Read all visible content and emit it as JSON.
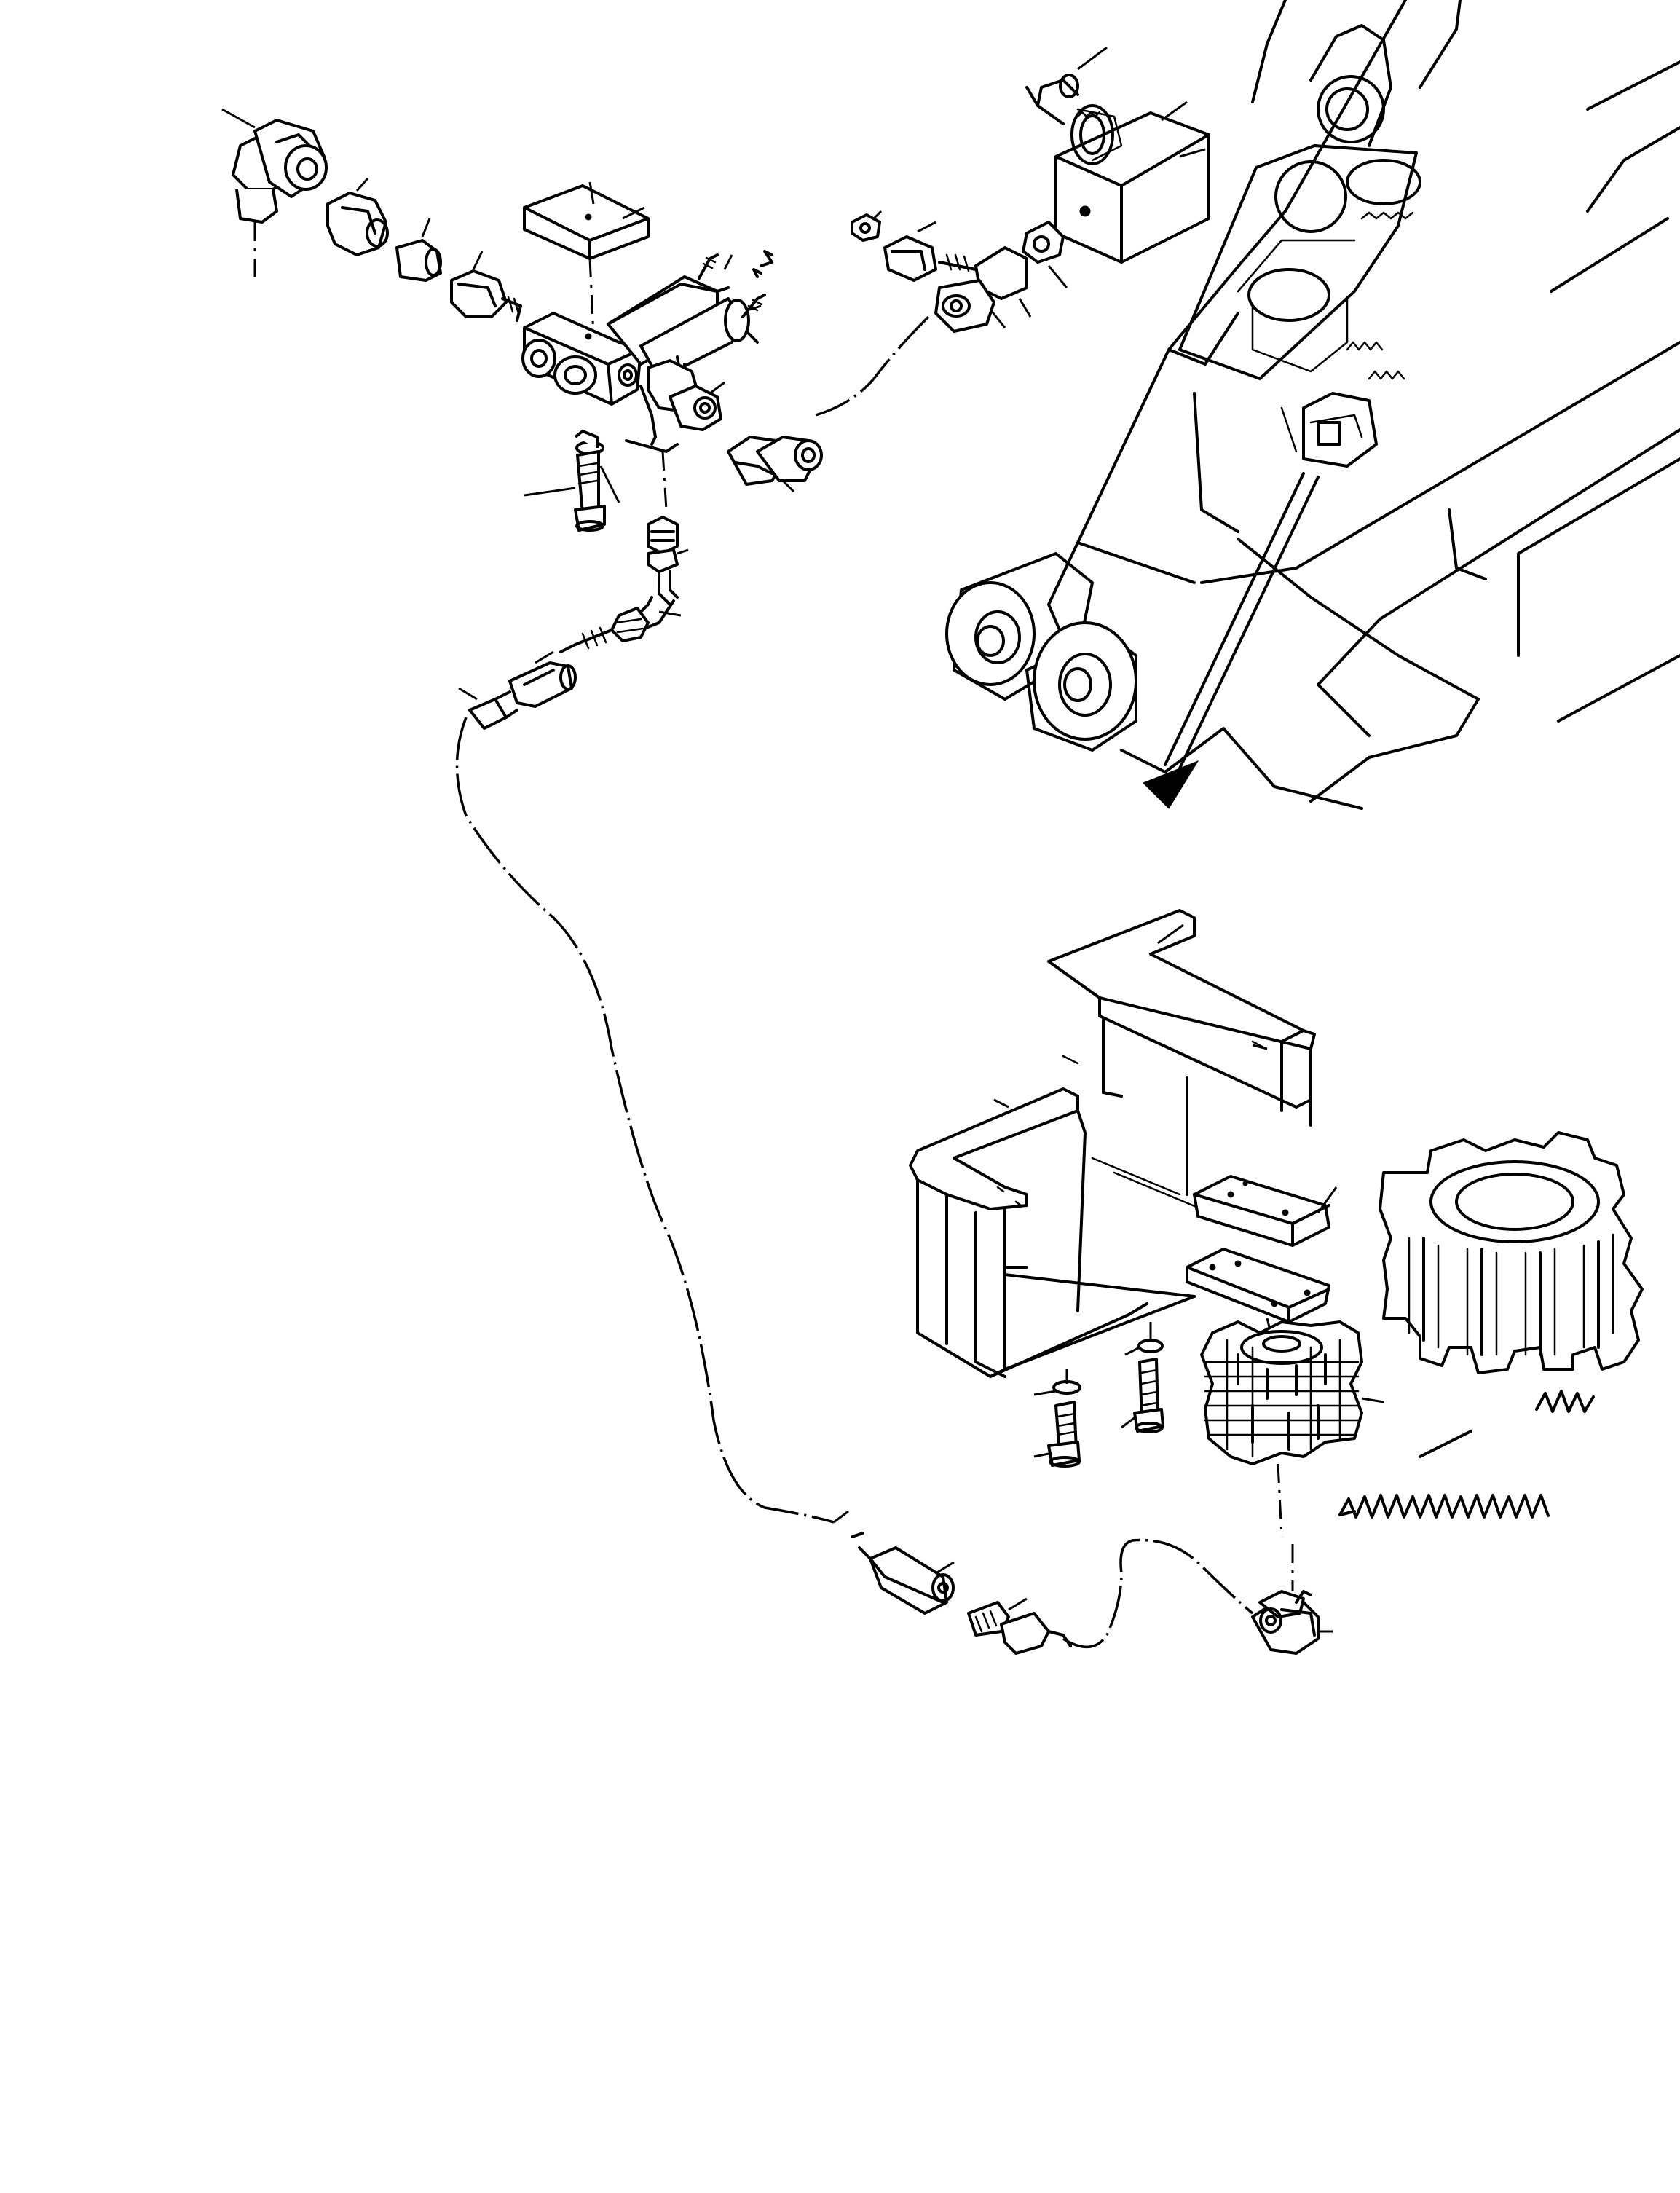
{
  "figure": {
    "title": "",
    "labels": []
  },
  "colors": {
    "ink": "#000000",
    "paper": "#ffffff"
  },
  "parts": {
    "upper_assembly": [
      "elbow-fitting",
      "nut",
      "sleeve",
      "connector",
      "mounting-pad",
      "lube-valve-block",
      "lube-cylinder",
      "bolt-with-washer",
      "adapter",
      "elbow",
      "hose-coupling",
      "hose-end"
    ],
    "upper_right": [
      "solenoid-valve",
      "wire-connector",
      "tee-fitting",
      "plug",
      "nut",
      "grease-fitting"
    ],
    "boom": [
      "boom-structure",
      "pin-bosses",
      "gear-mechanism",
      "detail-arrow"
    ],
    "lower_assembly": [
      "bracket-housing",
      "shim-plate",
      "pad-plate",
      "pinion-gear",
      "large-gear",
      "rack-teeth",
      "bolt-with-washer",
      "hose-coupling",
      "connector",
      "elbow-fitting"
    ]
  }
}
